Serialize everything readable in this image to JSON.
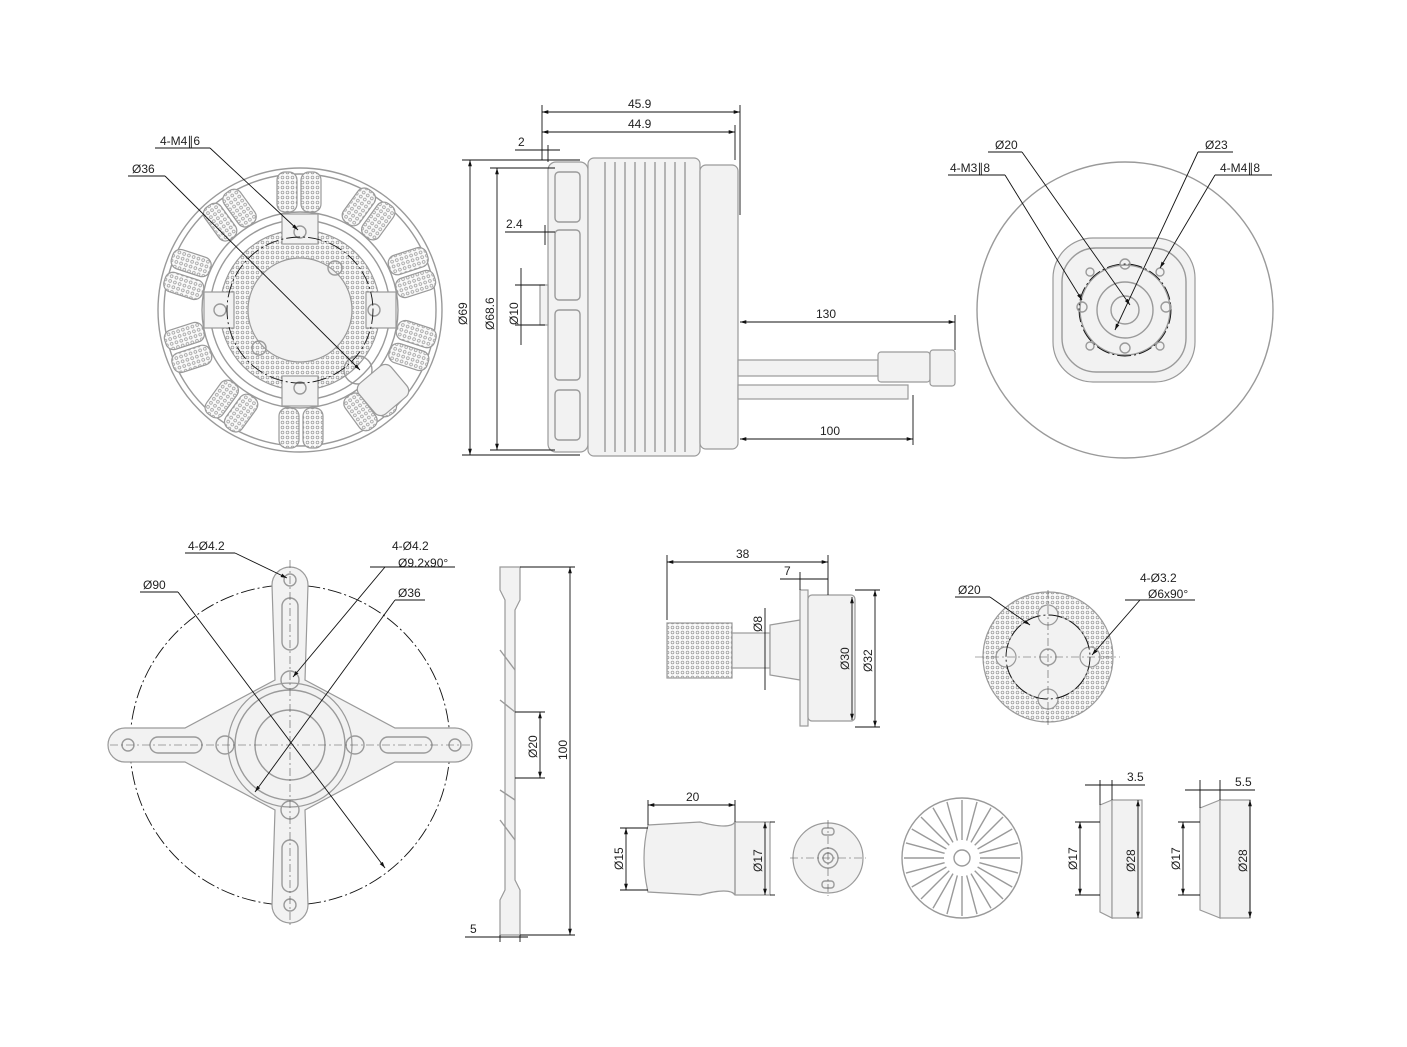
{
  "drawing": {
    "front_view": {
      "thread_label": "4-M4∥6",
      "bore_circle": "Ø36"
    },
    "side_view": {
      "overall_length": "45.9",
      "body_length": "44.9",
      "flange_offset": "2",
      "step_offset": "2.4",
      "outer_diameter": "Ø69",
      "rotor_diameter": "Ø68.6",
      "shaft_diameter": "Ø10",
      "long_lead_length": "130",
      "short_lead_length": "100"
    },
    "rear_view": {
      "inner_circle": "Ø20",
      "outer_circle": "Ø23",
      "m3_thread": "4-M3∥8",
      "m4_thread": "4-M4∥8"
    },
    "mount_plate": {
      "hole_label": "4-Ø4.2",
      "countersink_hole": "4-Ø4.2",
      "countersink": "Ø9.2x90°",
      "outer_circle": "Ø90",
      "inner_circle": "Ø36"
    },
    "plate_side": {
      "height": "100",
      "center_bore": "Ø20",
      "thickness": "5"
    },
    "prop_adapter": {
      "length": "38",
      "flange_length": "7",
      "shaft": "Ø8",
      "flange_inner": "Ø30",
      "flange_outer": "Ø32"
    },
    "adapter_face": {
      "pattern_circle": "Ø20",
      "hole_label": "4-Ø3.2",
      "countersink": "Ø6x90°"
    },
    "spinner": {
      "length": "20",
      "tip_diameter": "Ø15",
      "base_diameter": "Ø17"
    },
    "washer_a": {
      "thickness": "3.5",
      "inner": "Ø17",
      "outer": "Ø28"
    },
    "washer_b": {
      "thickness": "5.5",
      "inner": "Ø17",
      "outer": "Ø28"
    }
  }
}
